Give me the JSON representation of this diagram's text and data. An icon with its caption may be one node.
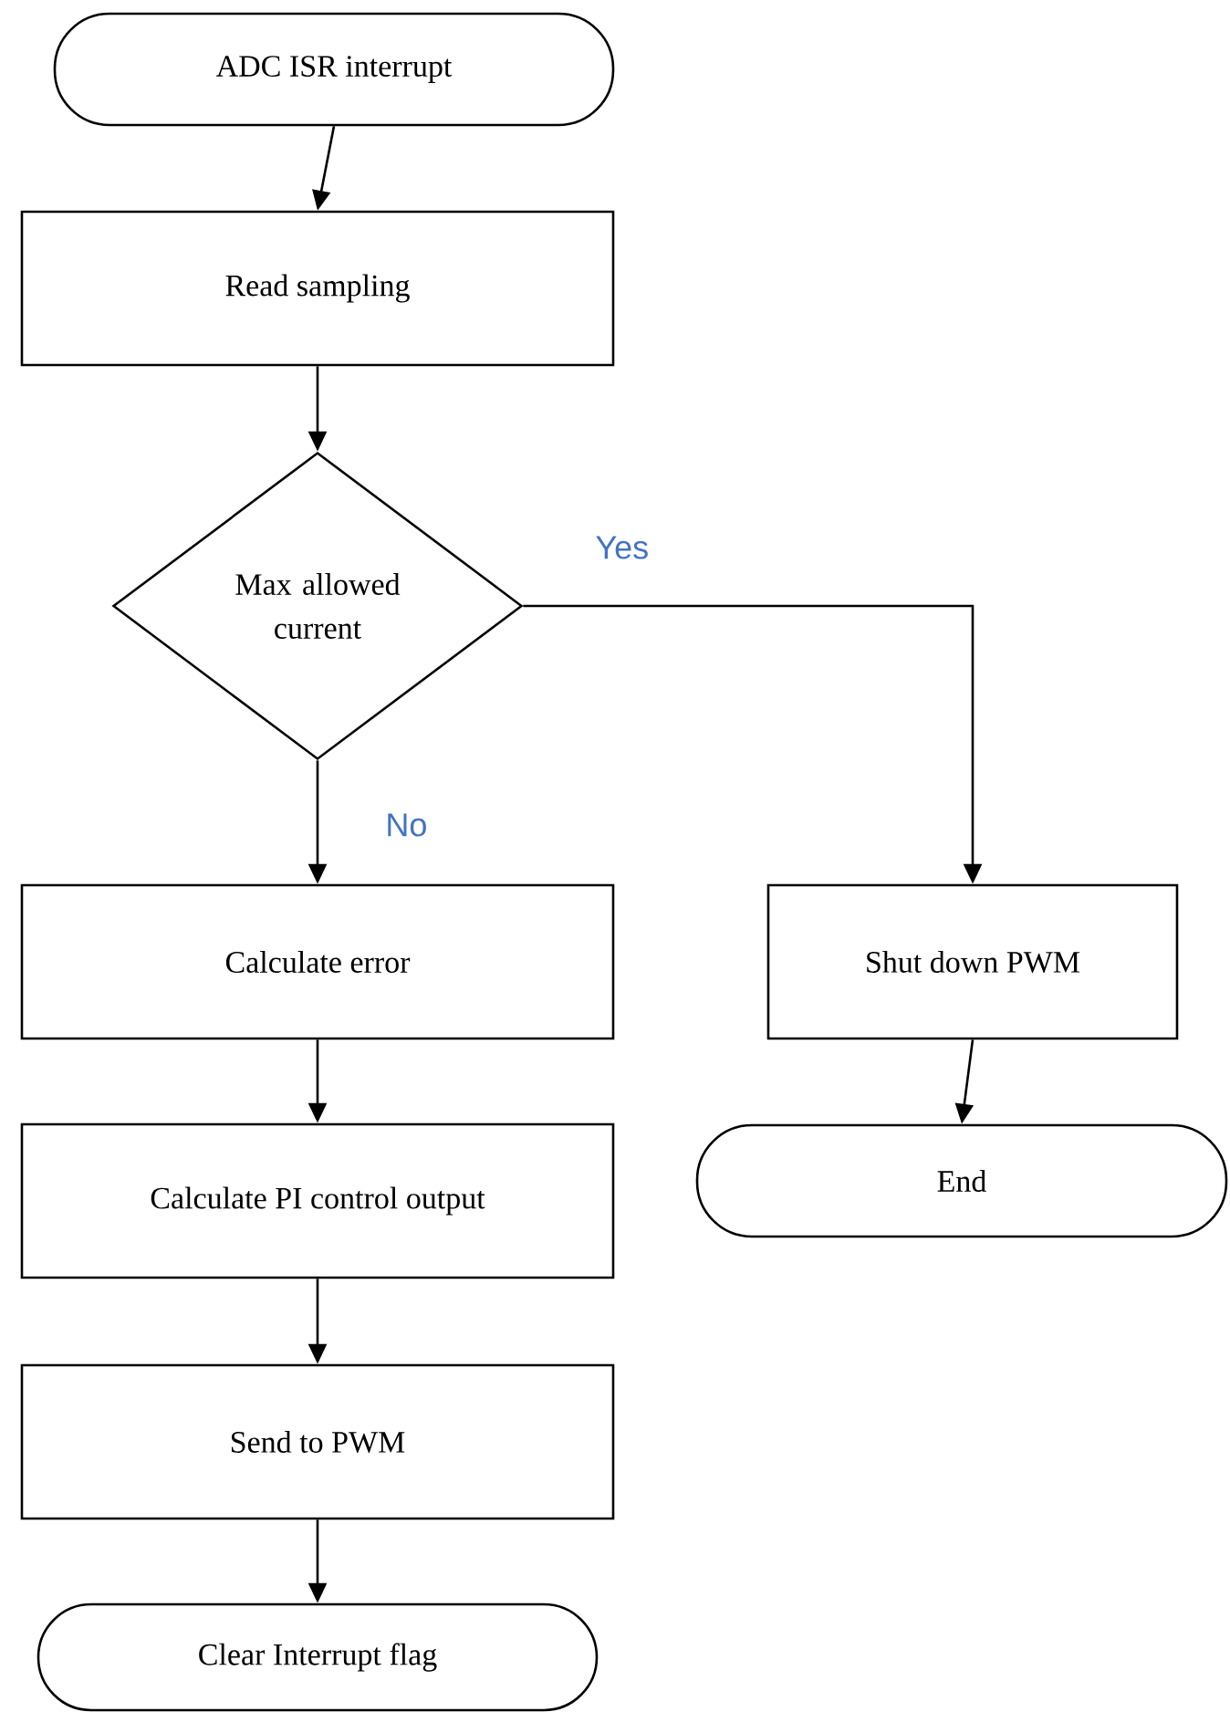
{
  "diagram": {
    "nodes": [
      {
        "text": [
          "ADC ISR interrupt"
        ]
      },
      {
        "text": [
          "Read sampling"
        ]
      },
      {
        "text": [
          "Max allowed current"
        ]
      },
      {
        "text": [
          "Calculate error"
        ]
      },
      {
        "text": [
          "Calculate PI control output"
        ]
      },
      {
        "text": [
          "Send to PWM"
        ]
      },
      {
        "text": [
          "Clear Interrupt flag"
        ]
      },
      {
        "text": [
          "Shut down PWM"
        ]
      },
      {
        "text": [
          "End"
        ]
      }
    ],
    "edges": [
      {
        "from": 0,
        "to": 1,
        "arrow": "to"
      },
      {
        "from": 1,
        "to": 2,
        "arrow": "to"
      },
      {
        "from": 2,
        "to": 3,
        "arrow": "to",
        "label": "No"
      },
      {
        "from": 2,
        "to": 7,
        "arrow": "to",
        "label": "Yes"
      },
      {
        "from": 3,
        "to": 4,
        "arrow": "to"
      },
      {
        "from": 4,
        "to": 5,
        "arrow": "to"
      },
      {
        "from": 5,
        "to": 6,
        "arrow": "to"
      },
      {
        "from": 7,
        "to": 8,
        "arrow": "to"
      }
    ]
  }
}
